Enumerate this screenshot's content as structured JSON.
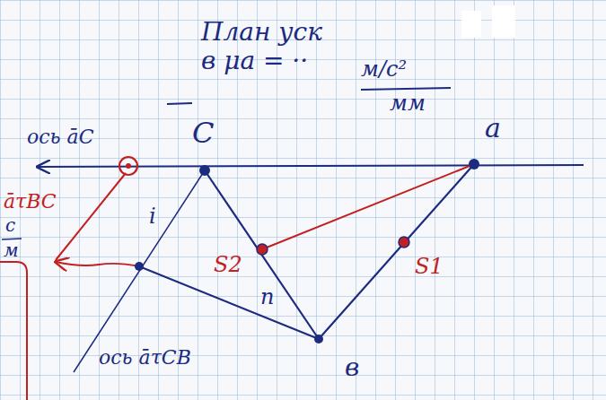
{
  "diagram": {
    "title": "План уск в μa = ··",
    "labels": [
      "м/с²",
      "мм",
      "ось āC",
      "āτBC",
      "c",
      "м",
      "C",
      "a",
      "i",
      "S2",
      "S1",
      "n",
      "ось āτCB",
      "в"
    ]
  }
}
